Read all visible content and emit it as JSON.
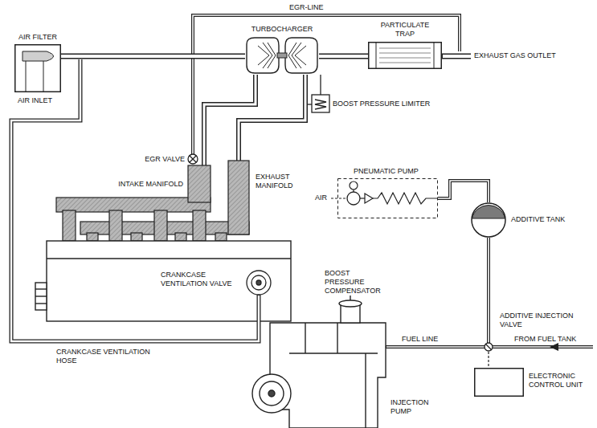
{
  "diagram": {
    "nodes": [
      {
        "text": [
          "AIR FILTER"
        ]
      },
      {
        "text": [
          "TURBOCHARGER"
        ]
      },
      {
        "text": [
          "PARTICULATE TRAP"
        ]
      },
      {
        "text": [
          "PNEUMATIC PUMP"
        ]
      },
      {
        "text": [
          "ADDITIVE TANK"
        ]
      },
      {
        "text": [
          "ELECTRONIC CONTROL UNIT"
        ]
      }
    ],
    "edges": [
      {
        "from": 0,
        "to": 1,
        "arrow": "none"
      },
      {
        "from": 1,
        "to": 2,
        "arrow": "none"
      },
      {
        "from": 3,
        "to": 4,
        "arrow": "none"
      }
    ],
    "labels": [
      "EGR-LINE",
      "EXHAUST GAS OUTLET",
      "AIR INLET",
      "BOOST PRESSURE LIMITER",
      "EGR VALVE",
      "INTAKE MANIFOLD",
      "EXHAUST MANIFOLD",
      "AIR",
      "CRANKCASE VENTILATION VALVE",
      "BOOST PRESSURE COMPENSATOR",
      "ADDITIVE INJECTION VALVE",
      "FUEL LINE",
      "FROM FUEL TANK",
      "CRANKCASE VENTILATION HOSE",
      "INJECTION PUMP"
    ]
  }
}
